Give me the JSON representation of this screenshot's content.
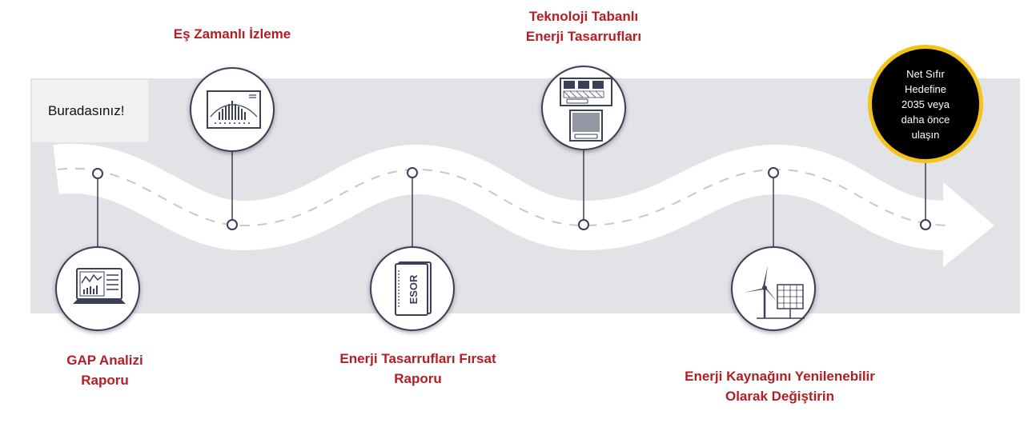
{
  "here_label": "Buradasınız!",
  "steps": {
    "gap": {
      "line1": "GAP Analizi",
      "line2": "Raporu"
    },
    "monitoring": {
      "line1": "Eş Zamanlı İzleme"
    },
    "esor": {
      "line1": "Enerji Tasarrufları Fırsat",
      "line2": "Raporu",
      "icon_text": "ESOR"
    },
    "technology": {
      "line1": "Teknoloji Tabanlı",
      "line2": "Enerji Tasarrufları"
    },
    "renewable": {
      "line1": "Enerji Kaynağını Yenilenebilir",
      "line2": "Olarak Değiştirin"
    }
  },
  "goal": {
    "line1": "Net Sıfır",
    "line2": "Hedefine",
    "line3": "2035 veya",
    "line4": "daha önce",
    "line5": "ulaşın"
  },
  "colors": {
    "label": "#b51d24",
    "node_border": "#3b3f58",
    "goal_ring": "#f3c316",
    "band": "#e2e3e7"
  }
}
